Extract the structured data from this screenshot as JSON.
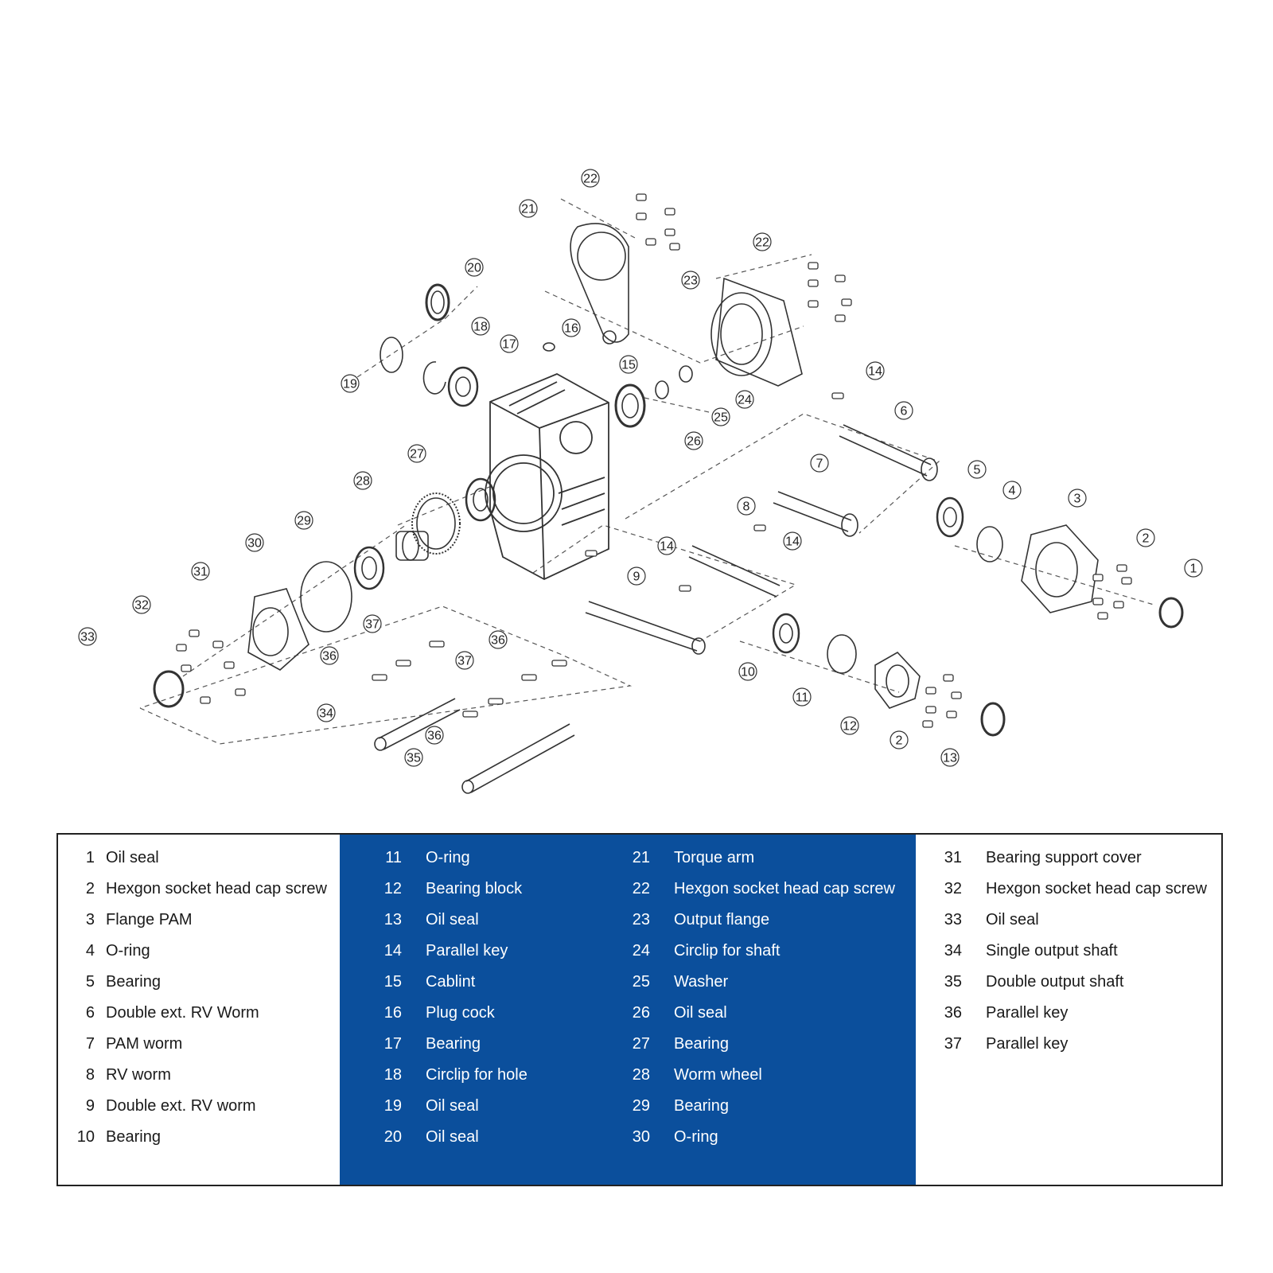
{
  "colors": {
    "legend_panel": "#0b4f9c",
    "line": "#333333",
    "text_on_panel": "#ffffff"
  },
  "parts": [
    {
      "num": "1",
      "label": "Oil seal"
    },
    {
      "num": "2",
      "label": "Hexgon socket head cap screw"
    },
    {
      "num": "3",
      "label": "Flange PAM"
    },
    {
      "num": "4",
      "label": "O-ring"
    },
    {
      "num": "5",
      "label": "Bearing"
    },
    {
      "num": "6",
      "label": "Double ext. RV Worm"
    },
    {
      "num": "7",
      "label": "PAM worm"
    },
    {
      "num": "8",
      "label": "RV  worm"
    },
    {
      "num": "9",
      "label": "Double ext. RV worm"
    },
    {
      "num": "10",
      "label": "Bearing"
    },
    {
      "num": "11",
      "label": "O-ring"
    },
    {
      "num": "12",
      "label": "Bearing block"
    },
    {
      "num": "13",
      "label": "Oil seal"
    },
    {
      "num": "14",
      "label": "Parallel key"
    },
    {
      "num": "15",
      "label": "Cablint"
    },
    {
      "num": "16",
      "label": "Plug cock"
    },
    {
      "num": "17",
      "label": "Bearing"
    },
    {
      "num": "18",
      "label": "Circlip for hole"
    },
    {
      "num": "19",
      "label": "Oil seal"
    },
    {
      "num": "20",
      "label": "Oil seal"
    },
    {
      "num": "21",
      "label": "Torque arm"
    },
    {
      "num": "22",
      "label": "Hexgon socket head cap screw"
    },
    {
      "num": "23",
      "label": "Output flange"
    },
    {
      "num": "24",
      "label": "Circlip for shaft"
    },
    {
      "num": "25",
      "label": "Washer"
    },
    {
      "num": "26",
      "label": "Oil seal"
    },
    {
      "num": "27",
      "label": "Bearing"
    },
    {
      "num": "28",
      "label": "Worm wheel"
    },
    {
      "num": "29",
      "label": "Bearing"
    },
    {
      "num": "30",
      "label": "O-ring"
    },
    {
      "num": "31",
      "label": "Bearing support cover"
    },
    {
      "num": "32",
      "label": "Hexgon socket head cap screw"
    },
    {
      "num": "33",
      "label": "Oil seal"
    },
    {
      "num": "34",
      "label": "Single output shaft"
    },
    {
      "num": "35",
      "label": "Double output shaft"
    },
    {
      "num": "36",
      "label": "Parallel key"
    },
    {
      "num": "37",
      "label": "Parallel key"
    }
  ],
  "callouts": [
    "22",
    "21",
    "20",
    "18",
    "19",
    "17",
    "16",
    "15",
    "22",
    "23",
    "24",
    "25",
    "26",
    "14",
    "6",
    "7",
    "5",
    "4",
    "3",
    "2",
    "1",
    "27",
    "28",
    "29",
    "30",
    "31",
    "32",
    "33",
    "8",
    "14",
    "14",
    "9",
    "10",
    "11",
    "12",
    "2",
    "13",
    "37",
    "36",
    "36",
    "37",
    "34",
    "35",
    "36"
  ]
}
